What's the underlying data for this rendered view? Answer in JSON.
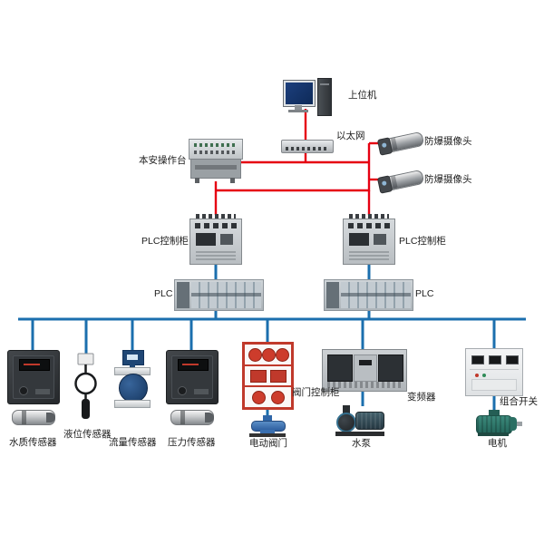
{
  "diagram": {
    "type": "industrial-plc-control-system-topology",
    "labels": {
      "host": "上位机",
      "ethernet": "以太网",
      "camera_top": "防爆摄像头",
      "camera_bottom": "防爆摄像头",
      "console": "本安操作台",
      "plc_cabinet_left": "PLC控制柜",
      "plc_cabinet_right": "PLC控制柜",
      "plc_left": "PLC",
      "plc_right": "PLC",
      "valve_cabinet": "阀门控制柜",
      "vfd": "变频器",
      "combo_switch": "组合开关",
      "water_quality_sensor": "水质传感器",
      "level_sensor": "液位传感器",
      "flow_sensor": "流量传感器",
      "pressure_sensor": "压力传感器",
      "electric_valve": "电动阀门",
      "water_pump": "水泵",
      "motor": "电机"
    },
    "colors": {
      "ethernet_line": "#e60012",
      "control_line": "#1b6fae"
    },
    "connections": [
      {
        "from": "上位机",
        "to": "以太网",
        "bus": "ethernet"
      },
      {
        "from": "以太网",
        "to": "本安操作台",
        "bus": "ethernet"
      },
      {
        "from": "以太网",
        "to": "防爆摄像头",
        "bus": "ethernet"
      },
      {
        "from": "以太网",
        "to": "防爆摄像头",
        "bus": "ethernet"
      },
      {
        "from": "本安操作台",
        "to": "PLC控制柜",
        "bus": "ethernet"
      },
      {
        "from": "以太网",
        "to": "PLC控制柜",
        "bus": "ethernet"
      },
      {
        "from": "PLC控制柜",
        "to": "PLC",
        "bus": "control"
      },
      {
        "from": "PLC",
        "to": "水质传感器",
        "bus": "control"
      },
      {
        "from": "PLC",
        "to": "液位传感器",
        "bus": "control"
      },
      {
        "from": "PLC",
        "to": "流量传感器",
        "bus": "control"
      },
      {
        "from": "PLC",
        "to": "压力传感器",
        "bus": "control"
      },
      {
        "from": "PLC",
        "to": "阀门控制柜",
        "bus": "control"
      },
      {
        "from": "PLC",
        "to": "变频器",
        "bus": "control"
      },
      {
        "from": "PLC",
        "to": "组合开关",
        "bus": "control"
      },
      {
        "from": "阀门控制柜",
        "to": "电动阀门",
        "bus": "control"
      },
      {
        "from": "变频器",
        "to": "水泵",
        "bus": "control"
      },
      {
        "from": "组合开关",
        "to": "电机",
        "bus": "control"
      }
    ]
  }
}
